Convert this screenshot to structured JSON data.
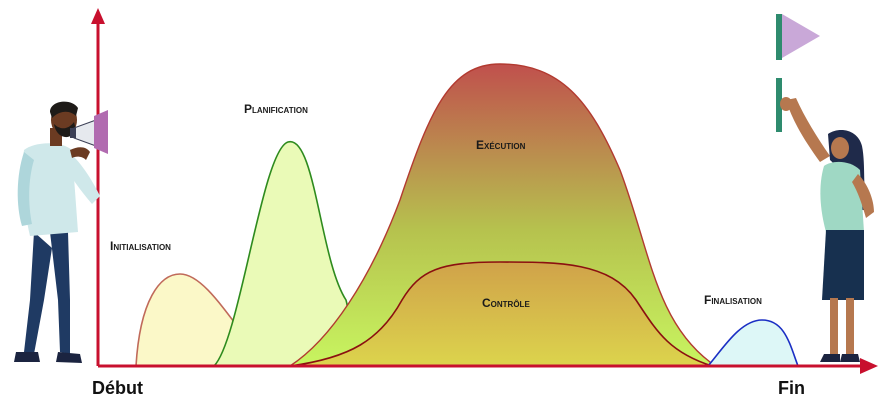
{
  "colors": {
    "axis": "#c8102e",
    "initialisation_fill": "#fbf8c8",
    "initialisation_stroke": "#c06a5a",
    "planification_fill": "#eafab7",
    "planification_stroke": "#2e8b1e",
    "execution_top": "#c0504d",
    "execution_bottom": "#c8f560",
    "execution_stroke": "#b23a30",
    "controle_top": "#d2a84a",
    "controle_bottom": "#d8d24a",
    "controle_stroke": "#8b1010",
    "finalisation_fill": "#ddf7f7",
    "finalisation_stroke": "#1b2fc4",
    "flag": "#c9a8d8",
    "flag_pole": "#2e8b6e"
  },
  "phases": {
    "initialisation": {
      "label": "Initialisation"
    },
    "planification": {
      "label": "Planification"
    },
    "execution": {
      "label": "Exécution"
    },
    "controle": {
      "label": "Contrôle"
    },
    "finalisation": {
      "label": "Finalisation"
    }
  },
  "axis": {
    "start_label": "Début",
    "end_label": "Fin"
  },
  "icons": {
    "left_figure": "man-with-megaphone-icon",
    "right_figure": "woman-holding-flag-icon"
  }
}
